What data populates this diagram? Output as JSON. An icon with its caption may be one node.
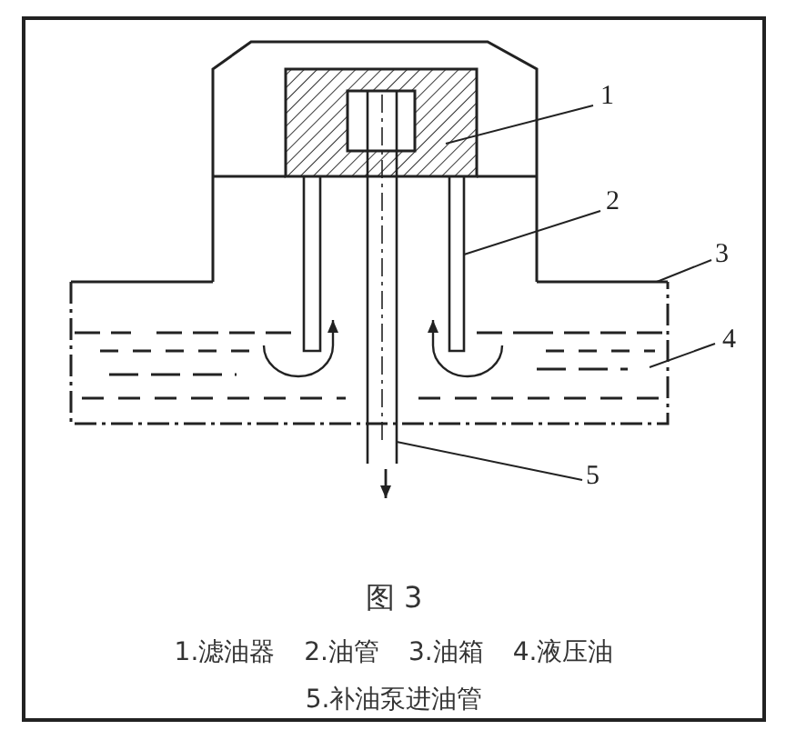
{
  "diagram": {
    "caption": "图 3",
    "nodes": [
      {
        "text": [
          "1"
        ]
      },
      {
        "text": [
          "2"
        ]
      },
      {
        "text": [
          "3"
        ]
      },
      {
        "text": [
          "4"
        ]
      },
      {
        "text": [
          "5"
        ]
      },
      {
        "text": [],
        "shape": "box"
      },
      {
        "text": [],
        "shape": "bar"
      },
      {
        "text": [],
        "shape": "box"
      },
      {
        "text": [],
        "shape": "box",
        "in": 7
      },
      {
        "text": [],
        "shape": "bar"
      }
    ],
    "edges": [
      {
        "from": 0,
        "to": 5,
        "arrow": "none"
      },
      {
        "from": 1,
        "to": 6,
        "arrow": "none"
      },
      {
        "from": 2,
        "to": 7,
        "arrow": "none"
      },
      {
        "from": 3,
        "to": 8,
        "arrow": "none"
      },
      {
        "from": 4,
        "to": 9,
        "arrow": "none"
      },
      {
        "from": 8,
        "to": 6,
        "arrow": "to"
      },
      {
        "from": 8,
        "to": 6,
        "arrow": "to"
      }
    ],
    "labels": [
      "1.滤油器",
      "2.油管",
      "3.油箱",
      "4.液压油",
      "5.补油泵进油管"
    ]
  }
}
